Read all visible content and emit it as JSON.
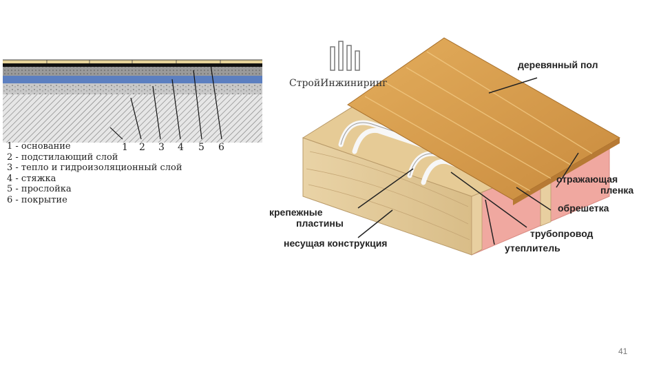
{
  "left_diagram": {
    "numbers": [
      "1",
      "2",
      "3",
      "4",
      "5",
      "6"
    ],
    "legend": [
      "1 - основание",
      "2 - подстилающий слой",
      "3 - тепло и гидроизоляционный слой",
      "4 - стяжка",
      "5 - прослойка",
      "6 - покрытие"
    ]
  },
  "right_diagram": {
    "logo": "СтройИнжиниринг",
    "labels": {
      "wood_floor": "деревянный пол",
      "reflective_1": "отражающая",
      "reflective_2": "пленка",
      "battens": "обрешетка",
      "pipeline": "трубопровод",
      "insulation": "утеплитель",
      "plates_1": "крепежные",
      "plates_2": "пластины",
      "structure": "несущая конструкция"
    }
  },
  "colors": {
    "wood": "#d9a352",
    "pink": "#f0a8a0",
    "joist": "#e8cfa0",
    "blue_layer": "#5c7fc0"
  },
  "page_number": "41"
}
